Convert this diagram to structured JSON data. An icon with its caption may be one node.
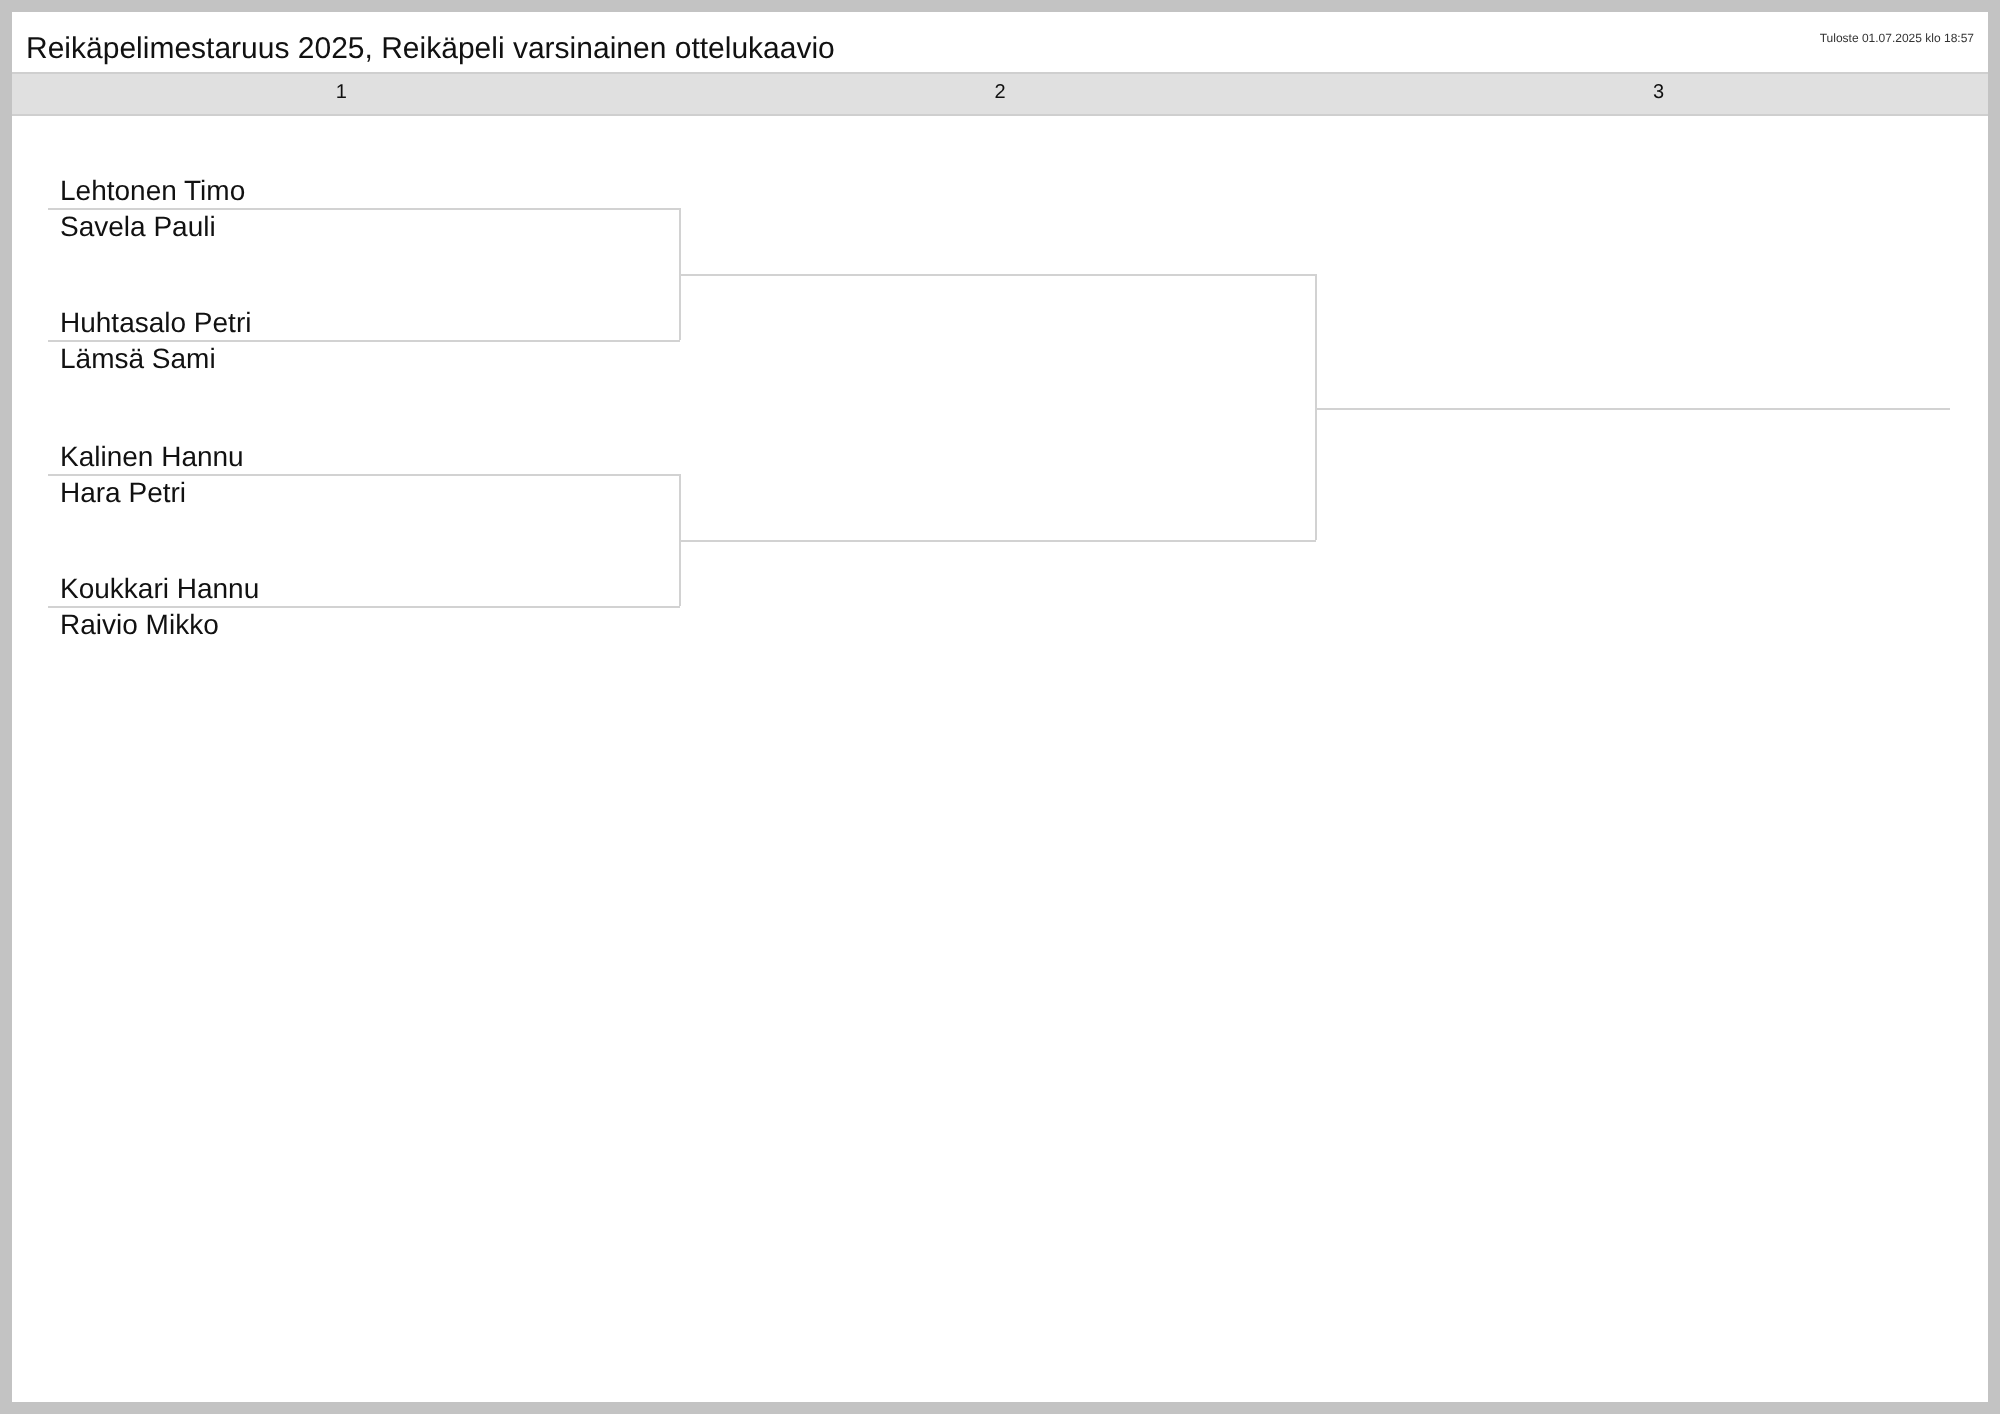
{
  "diagram": {
    "title": "Reikäpelimestaruus 2025, Reikäpeli varsinainen ottelukaavio",
    "nodes": [
      {
        "text": [
          "Lehtonen Timo",
          "Savela Pauli"
        ]
      },
      {
        "text": [
          "Huhtasalo Petri",
          "Lämsä Sami"
        ]
      },
      {
        "text": [
          "Kalinen Hannu",
          "Hara Petri"
        ]
      },
      {
        "text": [
          "Koukkari Hannu",
          "Raivio Mikko"
        ]
      },
      {
        "text": [],
        "shape": "line"
      },
      {
        "text": [],
        "shape": "line"
      },
      {
        "text": [],
        "shape": "line"
      }
    ],
    "edges": [
      {
        "from": 0,
        "to": 4,
        "arrow": "none"
      },
      {
        "from": 1,
        "to": 4,
        "arrow": "none"
      },
      {
        "from": 2,
        "to": 5,
        "arrow": "none"
      },
      {
        "from": 3,
        "to": 5,
        "arrow": "none"
      },
      {
        "from": 4,
        "to": 6,
        "arrow": "none"
      },
      {
        "from": 5,
        "to": 6,
        "arrow": "none"
      }
    ],
    "labels": [
      "Tuloste 01.07.2025 klo 18:57",
      "1",
      "2",
      "3"
    ]
  }
}
